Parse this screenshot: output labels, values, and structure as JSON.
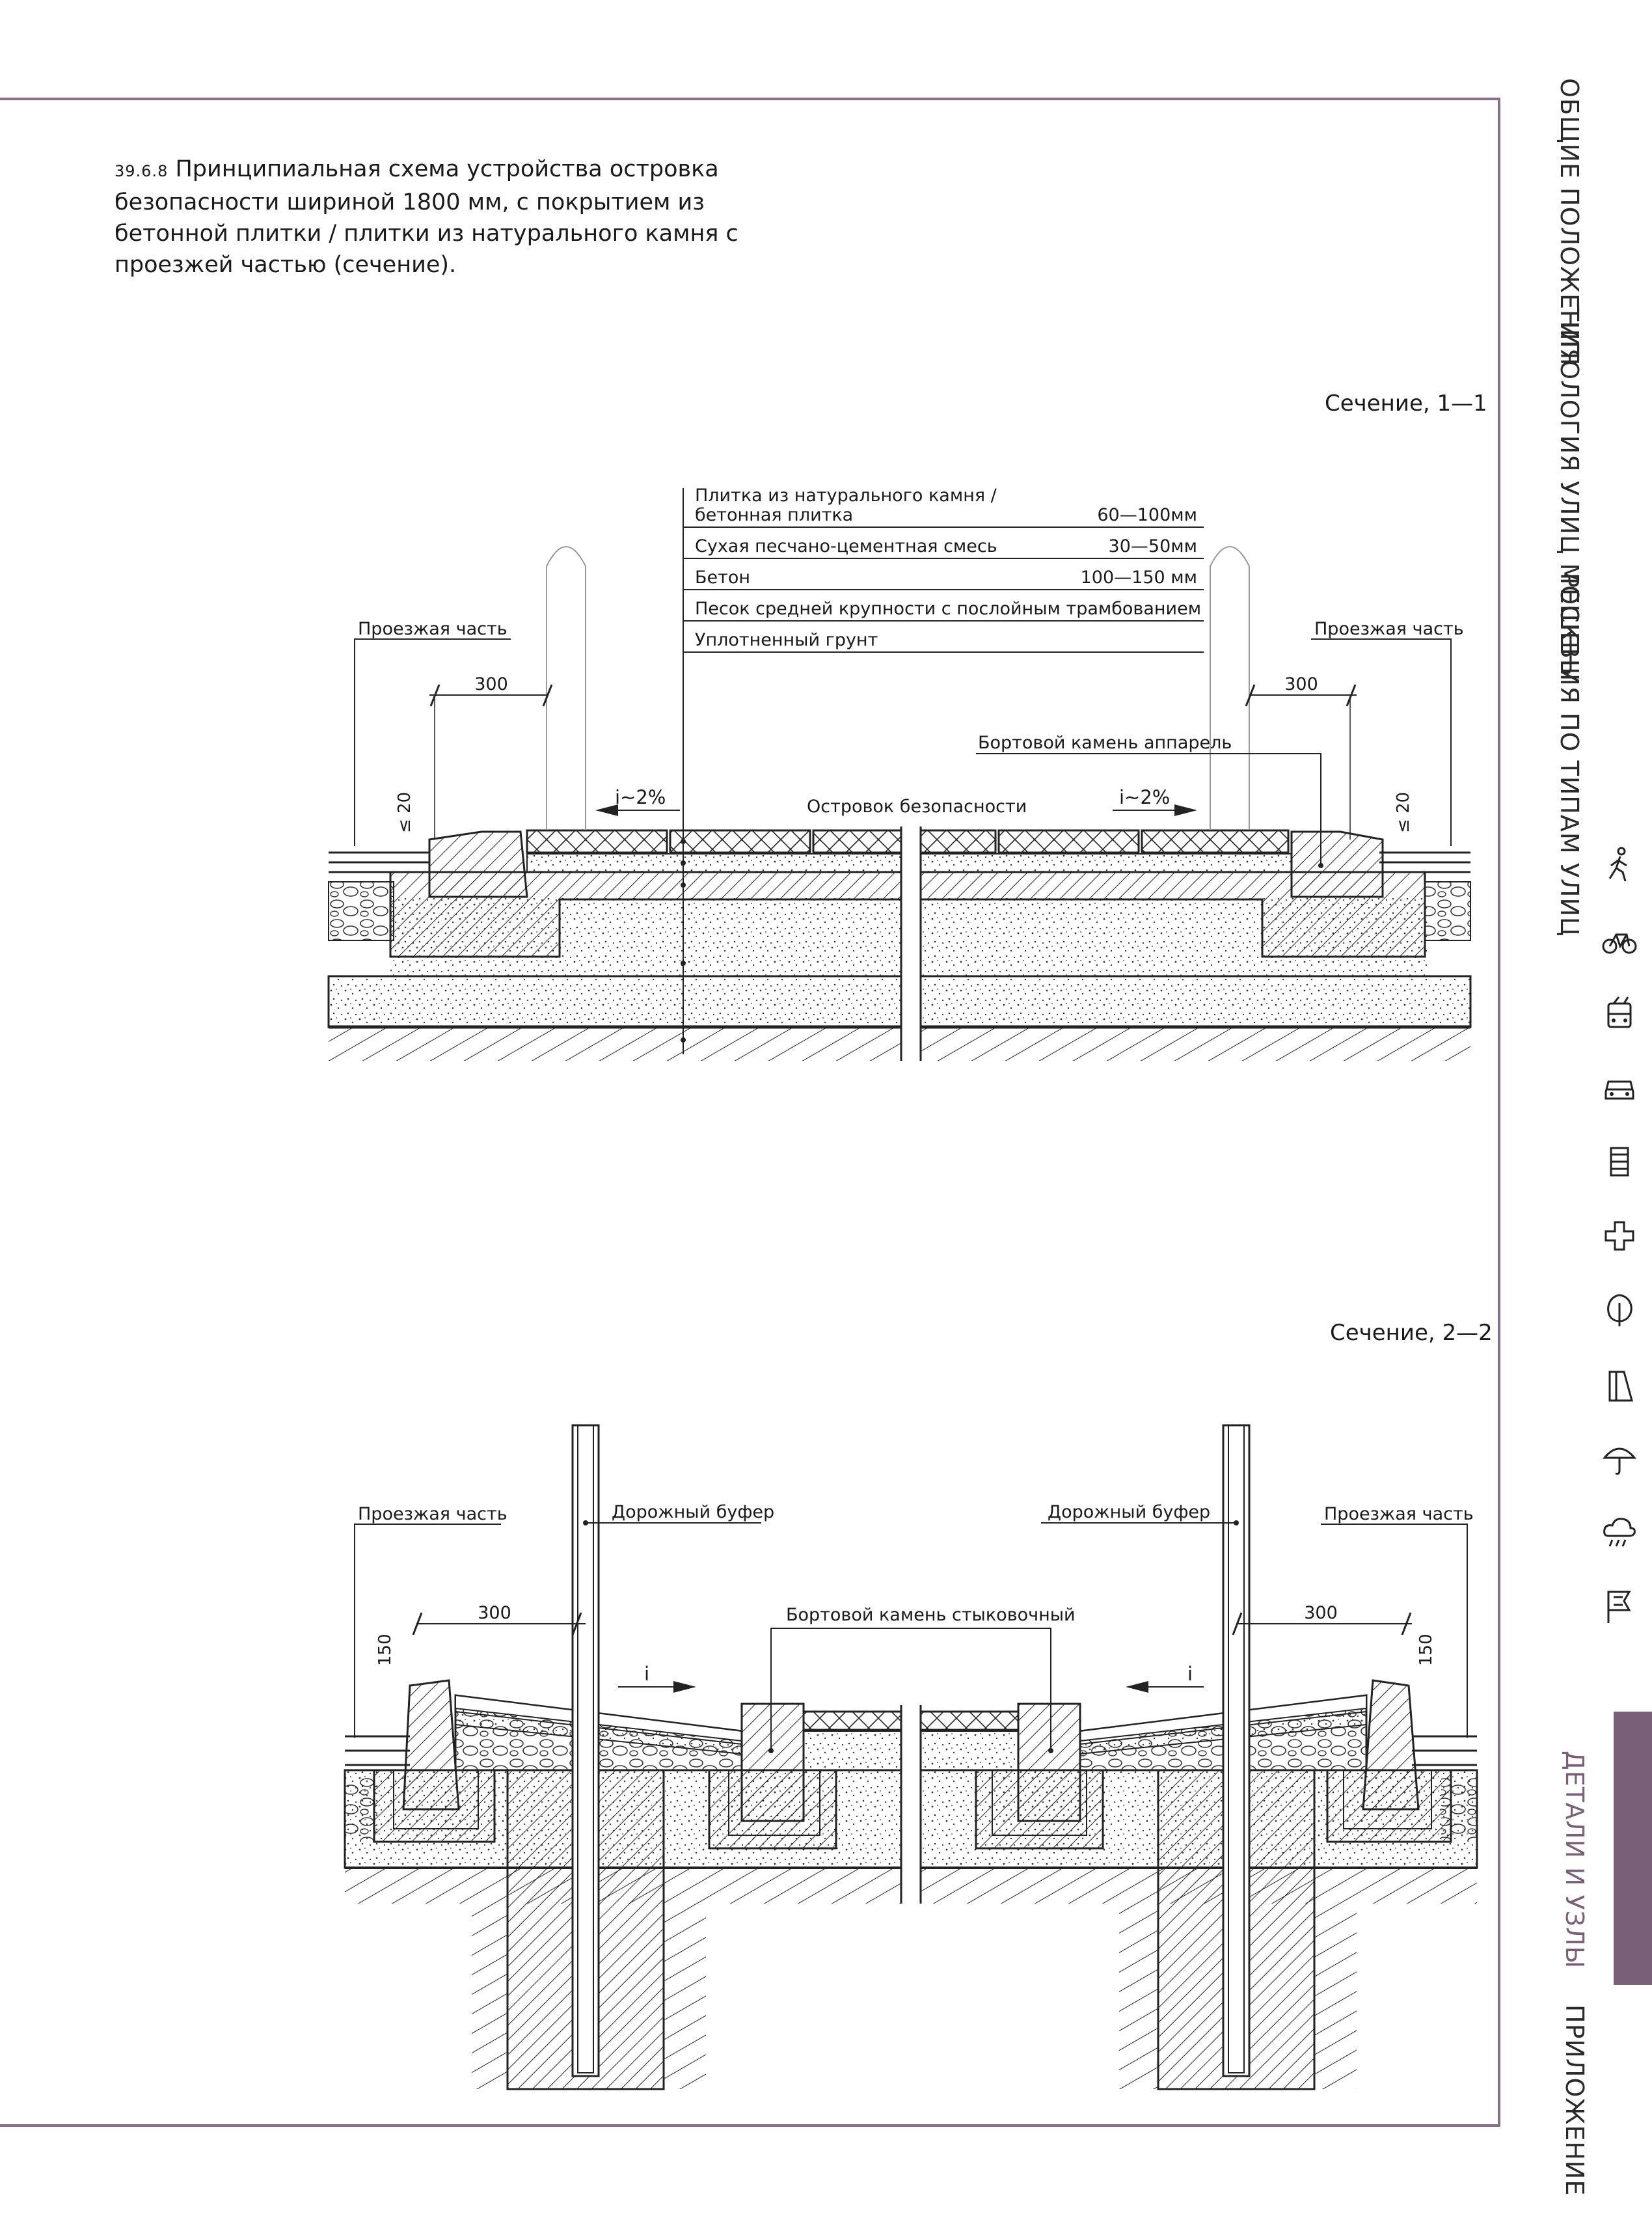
{
  "caption": {
    "number": "39.6.8",
    "text": "Принципиальная схема устройства островка безопасности шириной 1800 мм, с покрытием из бетонной плитки / плитки из натурального камня с проезжей частью (сечение)."
  },
  "section1": {
    "title": "Сечение, 1—1",
    "layers": [
      {
        "name": "Плитка из натурального камня / бетонная плитка",
        "thickness": "60—100мм"
      },
      {
        "name": "Сухая песчано-цементная смесь",
        "thickness": "30—50мм"
      },
      {
        "name": "Бетон",
        "thickness": "100—150 мм"
      },
      {
        "name": "Песок средней крупности с послойным трамбованием",
        "thickness": ""
      },
      {
        "name": "Уплотненный грунт",
        "thickness": ""
      }
    ],
    "labels": {
      "roadway_left": "Проезжая часть",
      "roadway_right": "Проезжая часть",
      "dim_left": "300",
      "dim_right": "300",
      "curb": "Бортовой камень аппарель",
      "slope_left": "i~2%",
      "slope_right": "i~2%",
      "island": "Островок безопасности",
      "height_left": "≤ 20",
      "height_right": "≤ 20"
    }
  },
  "section2": {
    "title": "Сечение, 2—2",
    "labels": {
      "roadway_left": "Проезжая часть",
      "roadway_right": "Проезжая часть",
      "buffer_left": "Дорожный буфер",
      "buffer_right": "Дорожный буфер",
      "dim_left": "300",
      "dim_right": "300",
      "curb": "Бортовой камень стыковочный",
      "slope_left": "i",
      "slope_right": "i",
      "height_left": "150",
      "height_right": "150"
    }
  },
  "nav": {
    "general": "ОБЩИЕ ПОЛОЖЕНИЯ",
    "typology": "ТИПОЛОГИЯ УЛИЦ МОСКВЫ",
    "solutions": "РЕШЕНИЯ ПО ТИПАМ УЛИЦ",
    "details": "ДЕТАЛИ И УЗЛЫ",
    "appendix": "ПРИЛОЖЕНИЕ",
    "details_color": "#7a5f78",
    "icons": [
      "pedestrian-icon",
      "bicycle-icon",
      "trolleybus-icon",
      "car-icon",
      "stripes-icon",
      "medical-cross-icon",
      "tree-icon",
      "lamp-icon",
      "umbrella-icon",
      "rain-cloud-icon",
      "flag-icon"
    ]
  }
}
